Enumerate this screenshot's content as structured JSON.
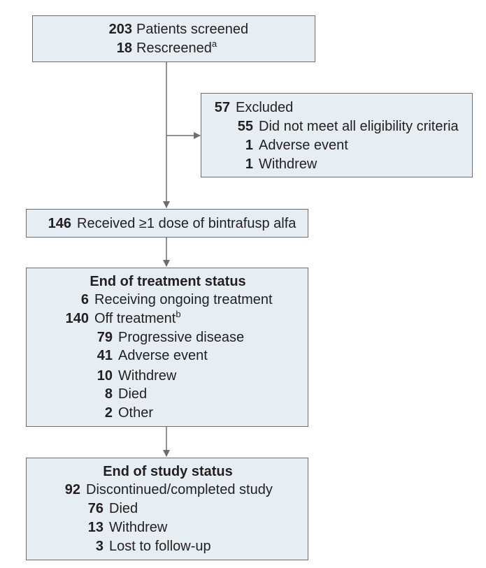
{
  "screened": {
    "rows": [
      {
        "num": "203",
        "label": "Patients screened",
        "sup": ""
      },
      {
        "num": "18",
        "label": "Rescreened",
        "sup": "a"
      }
    ]
  },
  "excluded": {
    "rows": [
      {
        "num": "57",
        "label": "Excluded"
      },
      {
        "num": "55",
        "label": "Did not meet all eligibility criteria"
      },
      {
        "num": "1",
        "label": "Adverse event"
      },
      {
        "num": "1",
        "label": "Withdrew"
      }
    ]
  },
  "received": {
    "num": "146",
    "label": "Received ≥1 dose of bintrafusp alfa"
  },
  "treatment": {
    "title": "End of treatment status",
    "rows": [
      {
        "num": "6",
        "label": "Receiving ongoing treatment",
        "sup": ""
      },
      {
        "num": "140",
        "label": "Off treatment",
        "sup": "b"
      },
      {
        "num": "79",
        "label": "Progressive disease",
        "sup": ""
      },
      {
        "num": "41",
        "label": "Adverse event",
        "sup": ""
      },
      {
        "num": "10",
        "label": "Withdrew",
        "sup": ""
      },
      {
        "num": "8",
        "label": "Died",
        "sup": ""
      },
      {
        "num": "2",
        "label": "Other",
        "sup": ""
      }
    ]
  },
  "study": {
    "title": "End of study status",
    "rows": [
      {
        "num": "92",
        "label": "Discontinued/completed study"
      },
      {
        "num": "76",
        "label": "Died"
      },
      {
        "num": "13",
        "label": "Withdrew"
      },
      {
        "num": "3",
        "label": "Lost to follow-up"
      }
    ]
  }
}
